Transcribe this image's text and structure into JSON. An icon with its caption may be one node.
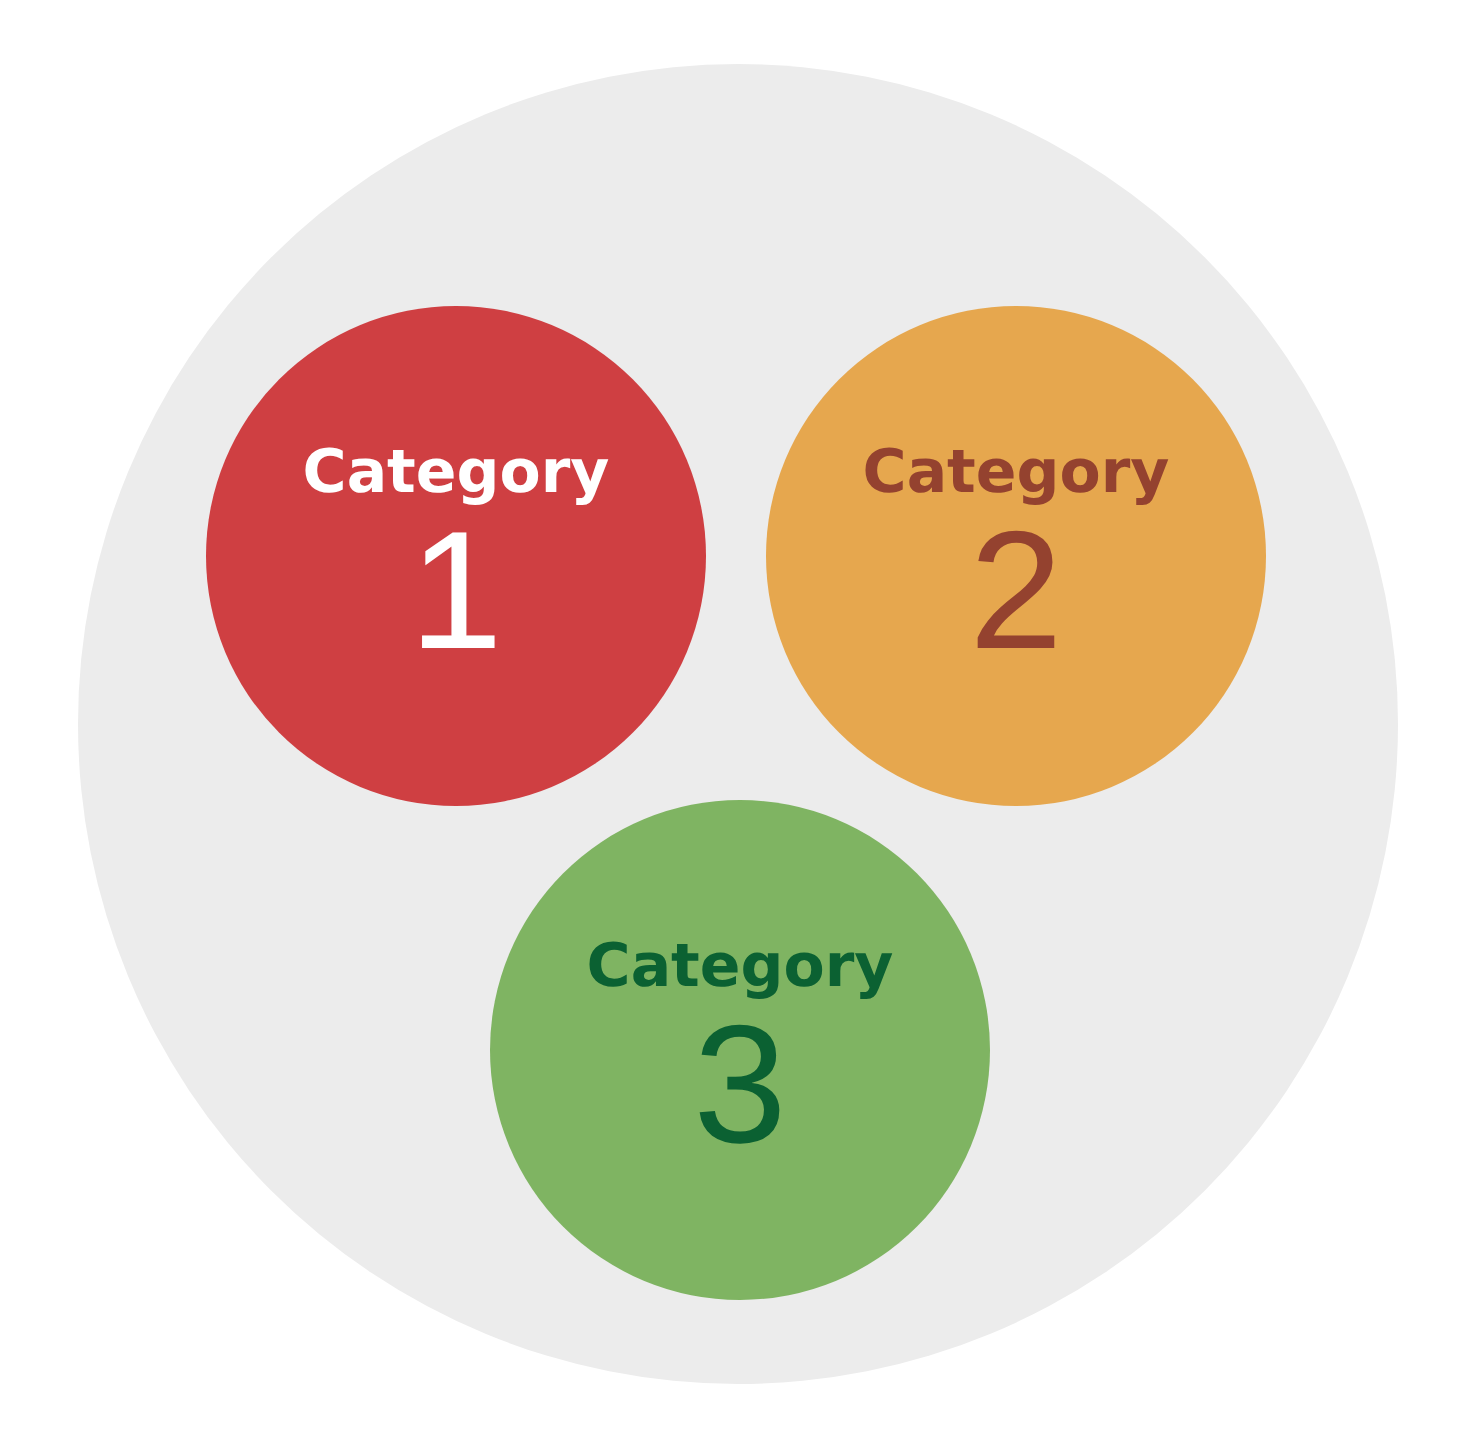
{
  "diagram": {
    "nodes": [
      {
        "text": [],
        "shape": "circle"
      },
      {
        "text": [
          "Category",
          "1"
        ],
        "in": 0
      },
      {
        "text": [
          "Category",
          "2"
        ],
        "in": 0
      },
      {
        "text": [
          "Category",
          "3"
        ],
        "in": 0
      }
    ]
  }
}
